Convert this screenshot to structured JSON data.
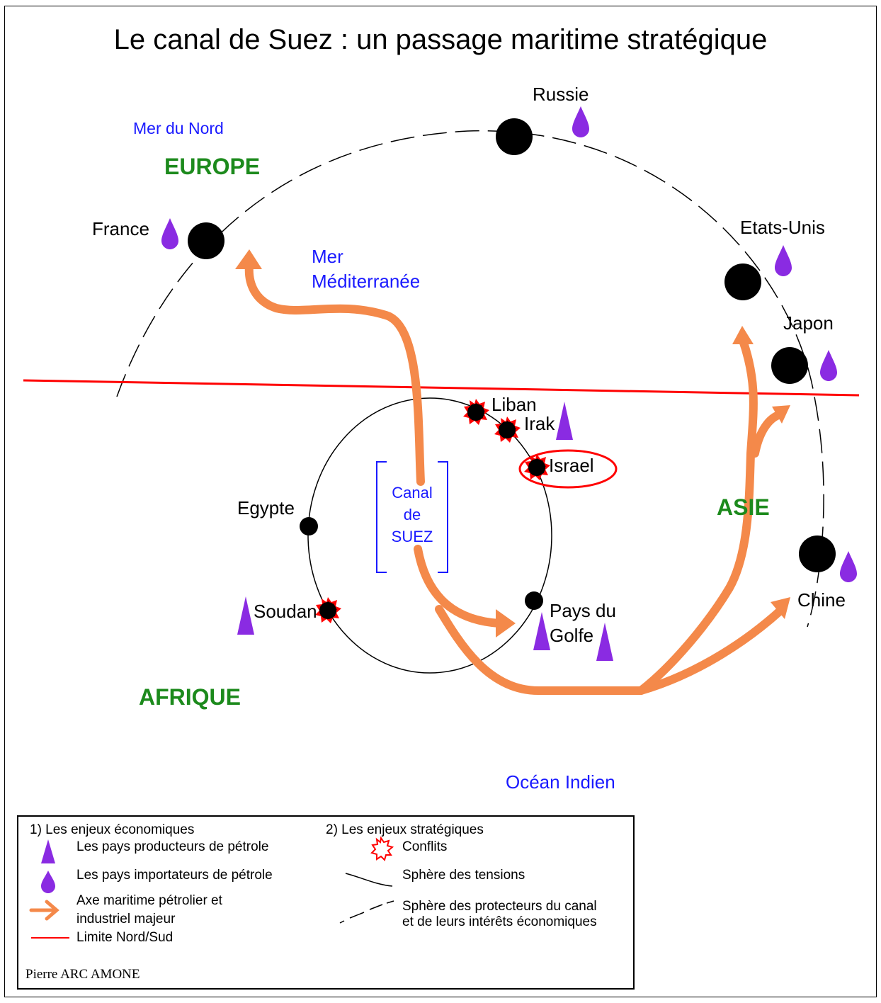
{
  "title": "Le canal de Suez : un passage maritime stratégique",
  "seas": {
    "north_sea": "Mer du Nord",
    "mediterranean_line1": "Mer",
    "mediterranean_line2": "Méditerranée",
    "indian_ocean": "Océan Indien"
  },
  "continents": {
    "europe": "EUROPE",
    "asia": "ASIE",
    "africa": "AFRIQUE"
  },
  "countries": {
    "russia": "Russie",
    "france": "France",
    "usa": "Etats-Unis",
    "japan": "Japon",
    "china": "Chine",
    "lebanon": "Liban",
    "iraq": "Irak",
    "israel": "Israel",
    "egypt": "Egypte",
    "sudan": "Soudan",
    "gulf_line1": "Pays du",
    "gulf_line2": "Golfe"
  },
  "canal": {
    "line1": "Canal",
    "line2": "de",
    "line3": "SUEZ"
  },
  "legend": {
    "economic_heading": "1) Les enjeux économiques",
    "producers": "Les pays producteurs de pétrole",
    "importers": "Les pays importateurs de pétrole",
    "axis_line1": "Axe maritime pétrolier et",
    "axis_line2": "industriel majeur",
    "north_south": "Limite Nord/Sud",
    "strategic_heading": "2) Les enjeux stratégiques",
    "conflicts": "Conflits",
    "tension_sphere": "Sphère des tensions",
    "protectors_line1": "Sphère des protecteurs du canal",
    "protectors_line2": "et de leurs intérêts économiques",
    "author": "Pierre ARC AMONE"
  },
  "colors": {
    "oil_symbol": "#8a2be2",
    "route": "#f4894a",
    "north_south_line": "#ff0000",
    "continent_label": "#1c8a1c",
    "sea_label": "#1a1aff",
    "conflict": "#ff0000"
  }
}
